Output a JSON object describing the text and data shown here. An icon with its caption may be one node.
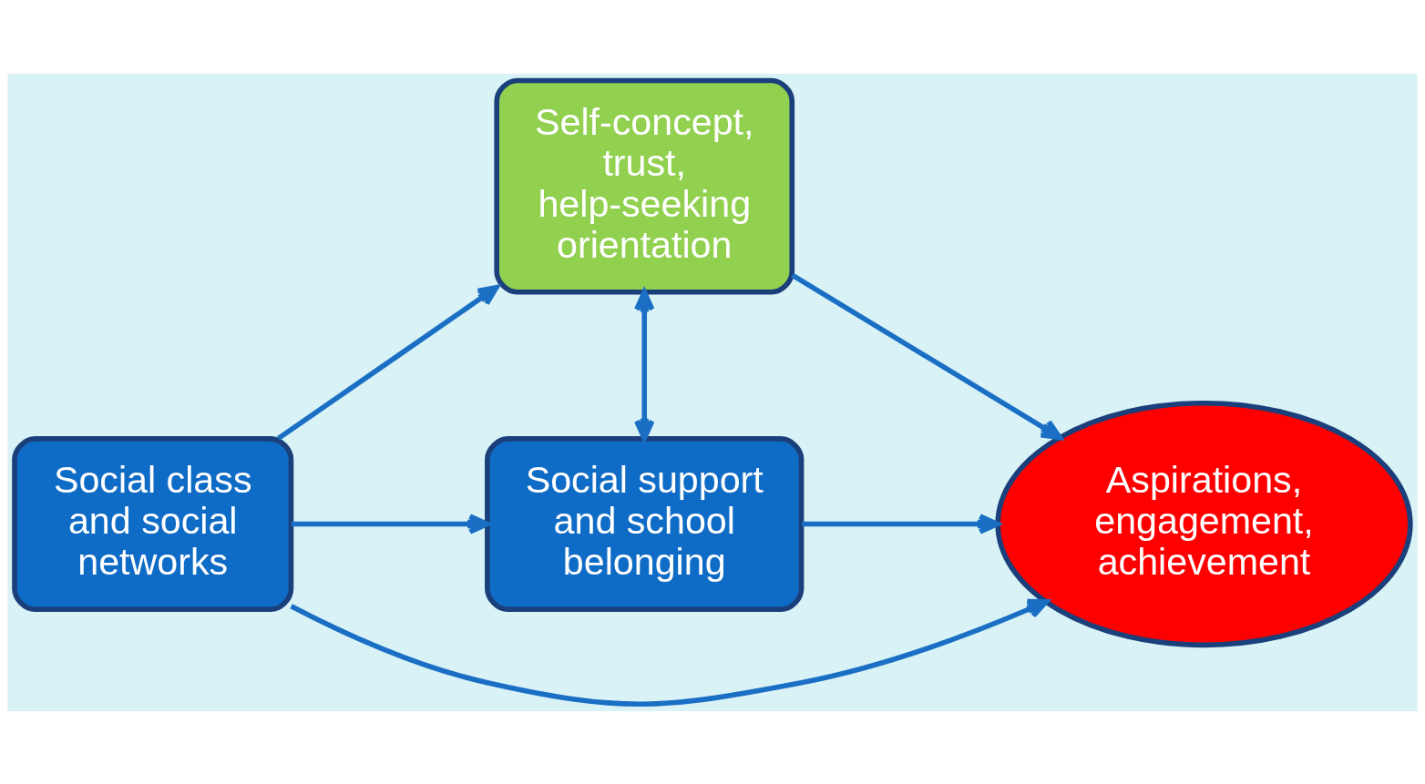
{
  "diagram": {
    "nodes": [
      {
        "text": [
          "Social class and social networks"
        ]
      },
      {
        "text": [
          "Self-concept, trust, help-seeking orientation"
        ]
      },
      {
        "text": [
          "Social support and school belonging"
        ]
      },
      {
        "text": [
          "Aspirations, engagement, achievement"
        ]
      }
    ],
    "edges": [
      {
        "from": 0,
        "to": 1,
        "arrow": "to"
      },
      {
        "from": 0,
        "to": 3,
        "arrow": "to"
      },
      {
        "from": 0,
        "to": 2,
        "arrow": "to"
      },
      {
        "from": 1,
        "to": 2,
        "arrow": "both"
      },
      {
        "from": 1,
        "to": 3,
        "arrow": "to"
      },
      {
        "from": 2,
        "to": 3,
        "arrow": "to"
      }
    ]
  }
}
